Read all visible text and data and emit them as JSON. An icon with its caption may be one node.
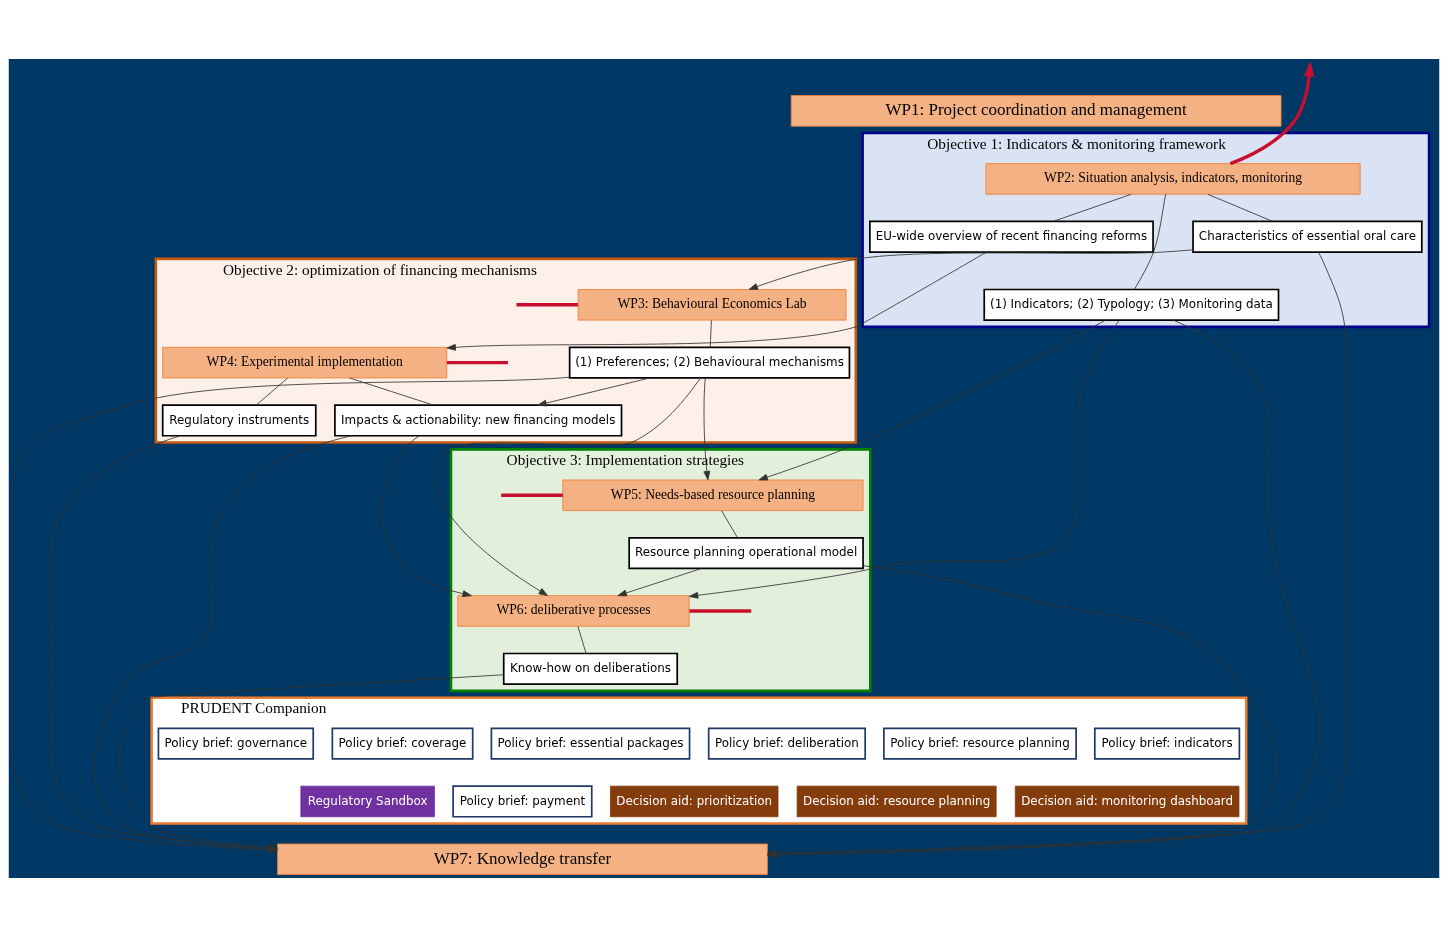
{
  "diagram": {
    "nodes": [
      {
        "text": [
          "WP1: Project coordination and management"
        ]
      },
      {
        "text": [
          "Objective 1: Indicators & monitoring framework"
        ]
      },
      {
        "text": [
          "WP2: Situation analysis, indicators, monitoring"
        ],
        "in": 1
      },
      {
        "text": [
          "Characteristics of essential oral care"
        ],
        "in": 1
      },
      {
        "text": [
          "(1) Indicators; (2) Typology; (3) Monitoring data"
        ],
        "in": 1
      },
      {
        "text": [
          "EU-wide overview of recent financing reforms"
        ],
        "in": 1
      },
      {
        "text": [
          "Objective 2: optimization of financing mechanisms"
        ]
      },
      {
        "text": [
          "WP3: Behavioural Economics Lab"
        ],
        "in": 6
      },
      {
        "text": [
          "(1) Preferences; (2) Behavioural mechanisms"
        ],
        "in": 6
      },
      {
        "text": [
          "Impacts & actionability: new financing models"
        ],
        "in": 6
      },
      {
        "text": [
          "WP4: Experimental implementation"
        ],
        "in": 6
      },
      {
        "text": [
          "Regulatory instruments"
        ],
        "in": 6
      },
      {
        "text": [
          "Objective 3: Implementation strategies"
        ]
      },
      {
        "text": [
          "WP5: Needs-based resource planning"
        ],
        "in": 12
      },
      {
        "text": [
          "Resource planning operational model"
        ],
        "in": 12
      },
      {
        "text": [
          "WP6: deliberative processes"
        ],
        "in": 12
      },
      {
        "text": [
          "Know-how on deliberations"
        ],
        "in": 12
      },
      {
        "text": [
          "PRUDENT Companion"
        ]
      },
      {
        "text": [
          "Policy brief: essential packages"
        ],
        "in": 17
      },
      {
        "text": [
          "Policy brief: resource planning"
        ],
        "in": 17
      },
      {
        "text": [
          "Decision aid: resource planning"
        ],
        "in": 17
      },
      {
        "text": [
          "Policy brief: indicators"
        ],
        "in": 17
      },
      {
        "text": [
          "Decision aid: monitoring dashboard"
        ],
        "in": 17
      },
      {
        "text": [
          "Policy brief: deliberation"
        ],
        "in": 17
      },
      {
        "text": [
          "Decision aid: prioritization"
        ],
        "in": 17
      },
      {
        "text": [
          "Policy brief: coverage"
        ],
        "in": 17
      },
      {
        "text": [
          "Policy brief: payment"
        ],
        "in": 17
      },
      {
        "text": [
          "Policy brief: governance"
        ],
        "in": 17
      },
      {
        "text": [
          "Regulatory Sandbox"
        ],
        "in": 17
      },
      {
        "text": [
          "WP7: Knowledge transfer"
        ]
      }
    ],
    "edges": [
      {
        "from": 2,
        "to": 3,
        "arrow": "none"
      },
      {
        "from": 3,
        "to": 7,
        "arrow": "to"
      },
      {
        "from": 2,
        "to": 4,
        "arrow": "none"
      },
      {
        "from": 2,
        "to": 5,
        "arrow": "none"
      },
      {
        "from": 5,
        "to": 10,
        "arrow": "to"
      },
      {
        "from": 4,
        "to": 13,
        "arrow": "to"
      },
      {
        "from": 4,
        "to": 15,
        "arrow": "to"
      },
      {
        "from": 4,
        "to": 29,
        "arrow": "to"
      },
      {
        "from": 7,
        "to": 8,
        "arrow": "none"
      },
      {
        "from": 8,
        "to": 9,
        "arrow": "to"
      },
      {
        "from": 8,
        "to": 13,
        "arrow": "to"
      },
      {
        "from": 8,
        "to": 15,
        "arrow": "to"
      },
      {
        "from": 3,
        "to": 29,
        "arrow": "to"
      },
      {
        "from": 8,
        "to": 29,
        "arrow": "to"
      },
      {
        "from": 10,
        "to": 9,
        "arrow": "none"
      },
      {
        "from": 9,
        "to": 15,
        "arrow": "to"
      },
      {
        "from": 9,
        "to": 29,
        "arrow": "to"
      },
      {
        "from": 10,
        "to": 11,
        "arrow": "none"
      },
      {
        "from": 11,
        "to": 29,
        "arrow": "to"
      },
      {
        "from": 13,
        "to": 14,
        "arrow": "none"
      },
      {
        "from": 14,
        "to": 15,
        "arrow": "to"
      },
      {
        "from": 14,
        "to": 29,
        "arrow": "to"
      },
      {
        "from": 15,
        "to": 16,
        "arrow": "none"
      },
      {
        "from": 16,
        "to": 29,
        "arrow": "to"
      },
      {
        "from": 2,
        "to": null,
        "arrow": "to",
        "style": "thick",
        "color": "#c8102e"
      },
      {
        "from": 7,
        "to": null,
        "arrow": "none",
        "style": "thick",
        "color": "#c8102e"
      },
      {
        "from": 10,
        "to": null,
        "arrow": "none",
        "style": "thick",
        "color": "#c8102e"
      },
      {
        "from": 13,
        "to": null,
        "arrow": "none",
        "style": "thick",
        "color": "#c8102e"
      },
      {
        "from": 15,
        "to": null,
        "arrow": "none",
        "style": "thick",
        "color": "#c8102e"
      }
    ]
  }
}
